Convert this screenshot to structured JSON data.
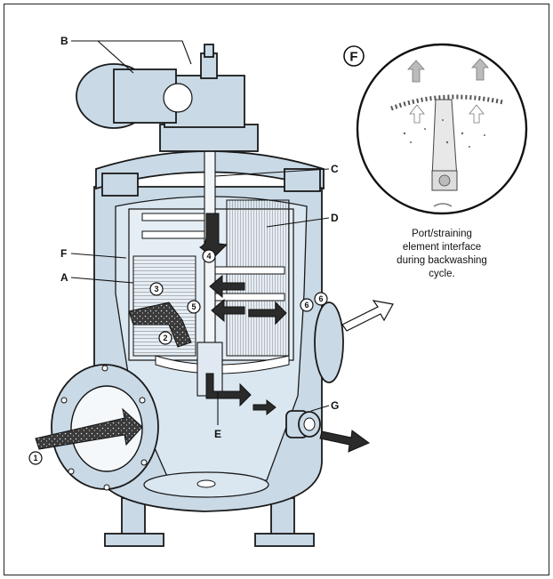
{
  "labels": {
    "A": "A",
    "B": "B",
    "C": "C",
    "D": "D",
    "E": "E",
    "F": "F",
    "G": "G"
  },
  "inset": {
    "letter": "F",
    "caption_lines": [
      "Port/straining",
      "element interface",
      "during backwashing",
      "cycle."
    ]
  },
  "flow_steps": [
    "1",
    "2",
    "3",
    "4",
    "5",
    "6",
    "6"
  ],
  "colors": {
    "vessel": "#c9d9e6",
    "vessel_inner": "#dbe7f0",
    "ink": "#111111",
    "arrow": "#2b2b2b"
  }
}
